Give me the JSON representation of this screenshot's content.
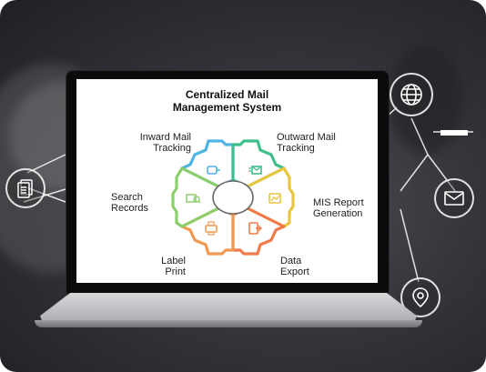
{
  "diagram": {
    "title_line1": "Centralized Mail",
    "title_line2": "Management System",
    "labels": {
      "inward_line1": "Inward Mail",
      "inward_line2": "Tracking",
      "outward_line1": "Outward Mail",
      "outward_line2": "Tracking",
      "search_line1": "Search",
      "search_line2": "Records",
      "mis_line1": "MIS Report",
      "mis_line2": "Generation",
      "label_line1": "Label",
      "label_line2": "Print",
      "export_line1": "Data",
      "export_line2": "Export"
    },
    "segments": [
      {
        "name": "inward-mail-tracking",
        "color": "#4fb3e3"
      },
      {
        "name": "outward-mail-tracking",
        "color": "#3fbf8c"
      },
      {
        "name": "mis-report-generation",
        "color": "#e8c640"
      },
      {
        "name": "data-export",
        "color": "#f07b4a"
      },
      {
        "name": "label-print",
        "color": "#f29a52"
      },
      {
        "name": "search-records",
        "color": "#8bcf6a"
      }
    ]
  },
  "icons": {
    "globe": "globe-icon",
    "document": "document-icon",
    "mail": "mail-icon",
    "location": "location-pin-icon"
  }
}
